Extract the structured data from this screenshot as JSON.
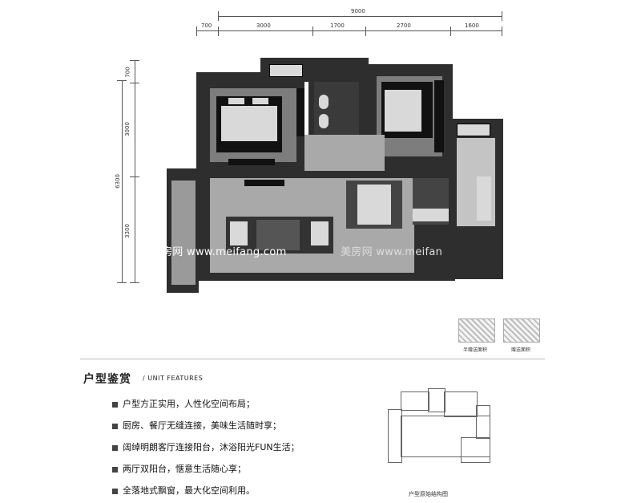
{
  "dimensions": {
    "top_total": "9000",
    "top_segments": [
      "700",
      "3000",
      "1700",
      "2700",
      "1600"
    ],
    "left_total": "6300",
    "left_segments": [
      "700",
      "3000",
      "3300"
    ]
  },
  "watermark": {
    "left": "房网 www.meifang.com",
    "right": "美房网 www.meifan"
  },
  "legend": {
    "swatch1_label": "半赠送面积",
    "swatch2_label": "赠送面积"
  },
  "features": {
    "title": "户型鉴赏",
    "subtitle": "/ UNIT FEATURES",
    "items": [
      "户型方正实用，人性化空间布局；",
      "厨房、餐厅无缝连接，美味生活随时享；",
      "阔绰明朗客厅连接阳台，沐浴阳光FUN生活；",
      "两厅双阳台，惬意生活随心享；",
      "全落地式飘窗，最大化空间利用。"
    ]
  },
  "structure_plan": {
    "caption": "户型原始结构图"
  }
}
